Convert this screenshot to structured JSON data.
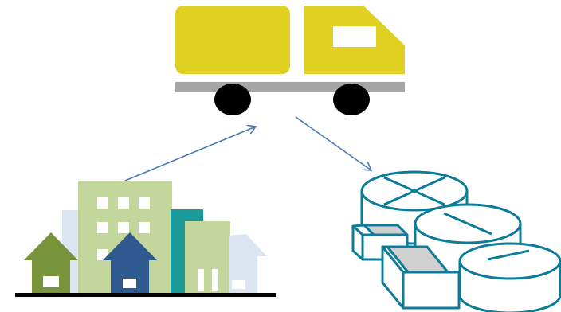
{
  "diagram": {
    "nodes": [
      {
        "id": "truck",
        "icon": "truck-icon"
      },
      {
        "id": "city",
        "icon": "city-buildings-icon"
      },
      {
        "id": "treatment",
        "icon": "treatment-tanks-icon"
      }
    ],
    "edges": [
      {
        "from": "city",
        "to": "truck"
      },
      {
        "from": "truck",
        "to": "treatment"
      }
    ]
  },
  "colors": {
    "truck_yellow": "#dfd022",
    "chassis_gray": "#a5a5a5",
    "wheel_black": "#000000",
    "arrow_blue": "#4a7ab5",
    "house_green": "#77933c",
    "house_blue": "#2e5a8f",
    "building_light_green": "#c3d69b",
    "building_pale_blue": "#dce6f2",
    "building_teal": "#1b9a9a",
    "tank_stroke": "#0c7c9a",
    "tank_fill": "#ffffff",
    "box_gray": "#d0d0d0"
  }
}
